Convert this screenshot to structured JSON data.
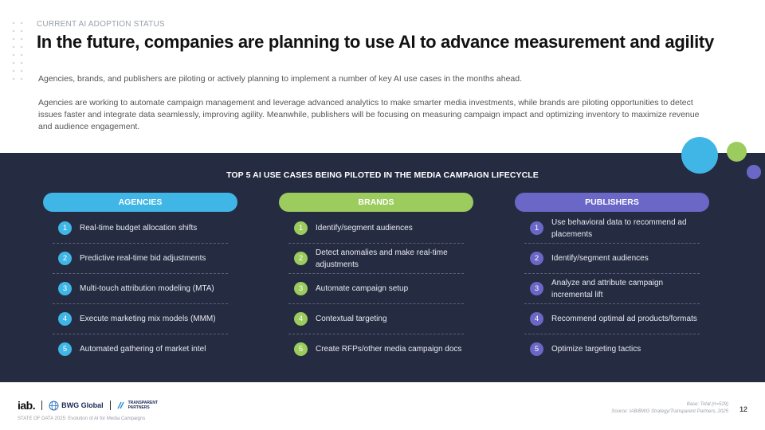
{
  "header": {
    "eyebrow": "CURRENT AI ADOPTION STATUS",
    "title": "In the future, companies are planning to use AI to advance measurement and agility"
  },
  "intro": {
    "p1": "Agencies, brands, and publishers are piloting or actively planning to implement a number of key AI use cases in the months ahead.",
    "p2": "Agencies are working to automate campaign management and leverage advanced analytics to make smarter media investments, while brands are piloting opportunities to detect issues faster and integrate data seamlessly, improving agility. Meanwhile, publishers will be focusing on measuring campaign impact and optimizing inventory to maximize revenue and audience engagement."
  },
  "panel": {
    "title": "TOP 5 AI USE CASES BEING PILOTED IN THE MEDIA CAMPAIGN LIFECYCLE",
    "columns": [
      {
        "label": "AGENCIES",
        "color": "#3fb6e6",
        "items": [
          {
            "num": "1",
            "text": "Real-time budget allocation shifts"
          },
          {
            "num": "2",
            "text": "Predictive real-time bid adjustments"
          },
          {
            "num": "3",
            "text": "Multi-touch attribution modeling (MTA)"
          },
          {
            "num": "4",
            "text": "Execute marketing mix models (MMM)"
          },
          {
            "num": "5",
            "text": "Automated gathering of market intel"
          }
        ]
      },
      {
        "label": "BRANDS",
        "color": "#9ccc5d",
        "items": [
          {
            "num": "1",
            "text": "Identify/segment audiences"
          },
          {
            "num": "2",
            "text": "Detect anomalies and make real-time adjustments"
          },
          {
            "num": "3",
            "text": "Automate campaign setup"
          },
          {
            "num": "4",
            "text": "Contextual targeting"
          },
          {
            "num": "5",
            "text": "Create RFPs/other media campaign docs"
          }
        ]
      },
      {
        "label": "PUBLISHERS",
        "color": "#6b67c7",
        "items": [
          {
            "num": "1",
            "text": "Use behavioral data to recommend ad placements"
          },
          {
            "num": "2",
            "text": "Identify/segment audiences"
          },
          {
            "num": "3",
            "text": "Analyze and attribute campaign incremental lift"
          },
          {
            "num": "4",
            "text": "Recommend optimal ad products/formats"
          },
          {
            "num": "5",
            "text": "Optimize targeting tactics"
          }
        ]
      }
    ]
  },
  "footer": {
    "logo_iab": "iab.",
    "logo_bwg": "BWG Global",
    "logo_tp_line1": "TRANSPARENT",
    "logo_tp_line2": "PARTNERS",
    "note": "STATE OF DATA 2025: Evolution of AI for Media Campaigns",
    "base": "Base: Total (n=529)",
    "source": "Source: IAB/BWG Strategy/Transparent Partners, 2025",
    "page_number": "12"
  }
}
